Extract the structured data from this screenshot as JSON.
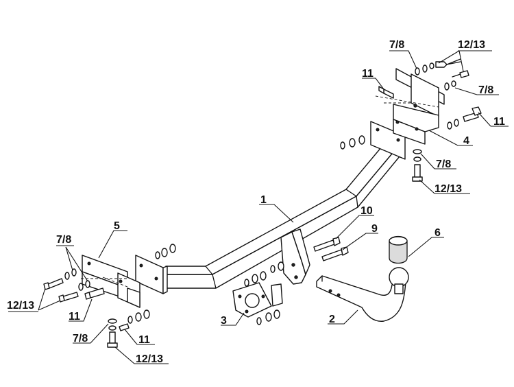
{
  "labels": {
    "part_1": "1",
    "part_2": "2",
    "part_3": "3",
    "part_4": "4",
    "part_5": "5",
    "part_6": "6",
    "part_9": "9",
    "part_10": "10",
    "top_bolt_11_left": "11",
    "top_washer_7_8": "7/8",
    "top_bolt_12_13": "12/13",
    "right_washer_7_8": "7/8",
    "right_bolt_11": "11",
    "bottom_washer_7_8_right": "7/8",
    "bottom_bolt_12_13_right": "12/13",
    "left_washer_7_8": "7/8",
    "left_bolt_12_13": "12/13",
    "left_bolt_11": "11",
    "left_bottom_washer_7_8": "7/8",
    "left_bottom_bolt_11": "11",
    "left_bottom_bolt_12_13": "12/13"
  }
}
